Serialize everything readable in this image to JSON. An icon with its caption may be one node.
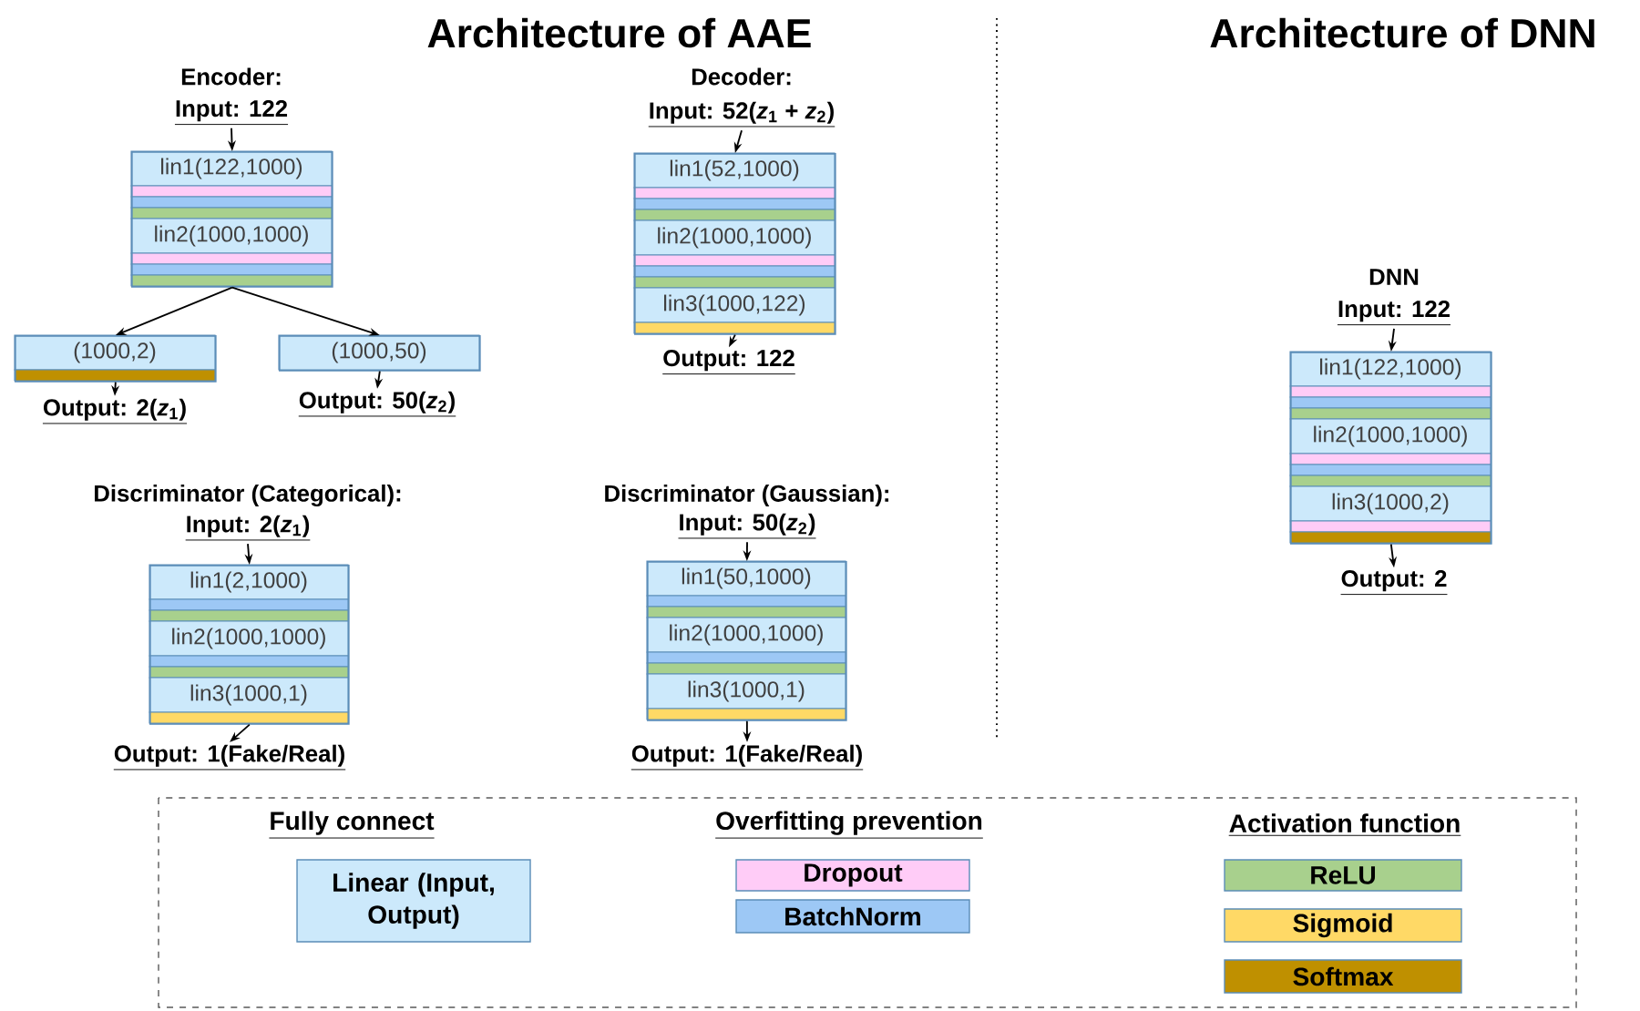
{
  "diagram": {
    "nodes": [
      {
        "text": [
          "Input: 122"
        ]
      },
      {
        "text": [
          "lin1(122,1000)",
          "lin2(1000,1000)"
        ]
      },
      {
        "text": [
          "(1000,2)"
        ]
      },
      {
        "text": [
          "(1000,50)"
        ]
      },
      {
        "text": [
          "Output: 2(*z*$_{1}$)"
        ]
      },
      {
        "text": [
          "Output: 50(*z*$_{2}$)"
        ]
      },
      {
        "text": [
          "Input: 52(*z*$_{1}$ + *z*$_{2}$)"
        ]
      },
      {
        "text": [
          "lin1(52,1000)",
          "lin2(1000,1000)",
          "lin3(1000,122)"
        ]
      },
      {
        "text": [
          "Output: 122"
        ]
      },
      {
        "text": [
          "Input: 2(*z*$_{1}$)"
        ]
      },
      {
        "text": [
          "lin1(2,1000)",
          "lin2(1000,1000)",
          "lin3(1000,1)"
        ]
      },
      {
        "text": [
          "Output: 1(Fake/Real)"
        ]
      },
      {
        "text": [
          "Input: 50(*z*$_{2}$)"
        ]
      },
      {
        "text": [
          "lin1(50,1000)",
          "lin2(1000,1000)",
          "lin3(1000,1)"
        ]
      },
      {
        "text": [
          "Output: 1(Fake/Real)"
        ]
      },
      {
        "text": [
          "Input: 122"
        ]
      },
      {
        "text": [
          "lin1(122,1000)",
          "lin2(1000,1000)",
          "lin3(1000,2)"
        ]
      },
      {
        "text": [
          "Output: 2"
        ]
      }
    ],
    "edges": [
      {
        "from": 0,
        "to": 1,
        "arrow": "to"
      },
      {
        "from": 1,
        "to": 2,
        "arrow": "to"
      },
      {
        "from": 1,
        "to": 3,
        "arrow": "to"
      },
      {
        "from": 2,
        "to": 4,
        "arrow": "to"
      },
      {
        "from": 3,
        "to": 5,
        "arrow": "to"
      },
      {
        "from": 6,
        "to": 7,
        "arrow": "to"
      },
      {
        "from": 7,
        "to": 8,
        "arrow": "to"
      },
      {
        "from": 9,
        "to": 10,
        "arrow": "to"
      },
      {
        "from": 10,
        "to": 11,
        "arrow": "to"
      },
      {
        "from": 12,
        "to": 13,
        "arrow": "to"
      },
      {
        "from": 13,
        "to": 14,
        "arrow": "to"
      },
      {
        "from": 15,
        "to": 16,
        "arrow": "to"
      },
      {
        "from": 16,
        "to": 17,
        "arrow": "to"
      }
    ],
    "labels": [
      "Architecture of AAE",
      "Architecture of DNN",
      "Encoder:",
      "Decoder:",
      "DNN",
      "Discriminator (Categorical):",
      "Discriminator (Gaussian):",
      "Fully connect",
      "Overfitting prevention",
      "Activation function"
    ],
    "legend": [
      {
        "text": "Linear (Input, Output)",
        "color": "#cce9fb"
      },
      {
        "text": "Dropout",
        "color": "#ffccf7"
      },
      {
        "text": "BatchNorm",
        "color": "#9dc8f5"
      },
      {
        "text": "ReLU",
        "color": "#a8d08d"
      },
      {
        "text": "Sigmoid",
        "color": "#ffd966"
      },
      {
        "text": "Softmax",
        "color": "#bf9000"
      }
    ]
  }
}
